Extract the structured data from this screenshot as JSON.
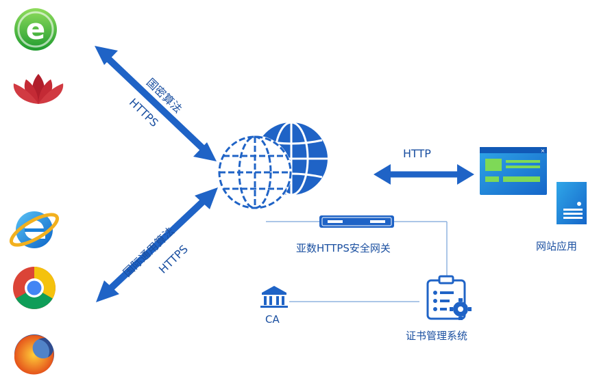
{
  "labels": {
    "top_algo": "国密算法",
    "top_proto": "HTTPS",
    "bottom_algo": "国际通用算法",
    "bottom_proto": "HTTPS",
    "http": "HTTP",
    "gateway": "亚数HTTPS安全网关",
    "website": "网站应用",
    "ca": "CA",
    "cert_system": "证书管理系统"
  },
  "icons": [
    "360-browser-icon",
    "lotus-browser-icon",
    "ie-browser-icon",
    "chrome-browser-icon",
    "firefox-browser-icon",
    "globe-icon",
    "gateway-device-icon",
    "browser-window-icon",
    "server-icon",
    "ca-bank-icon",
    "cert-management-icon"
  ],
  "colors": {
    "primary": "#1f63c6",
    "dark": "#173d80",
    "green": "#3fae3a",
    "lotus": "#b01e2b",
    "chrome_red": "#db4437",
    "chrome_yellow": "#f4c20d",
    "chrome_green": "#0f9d58"
  }
}
